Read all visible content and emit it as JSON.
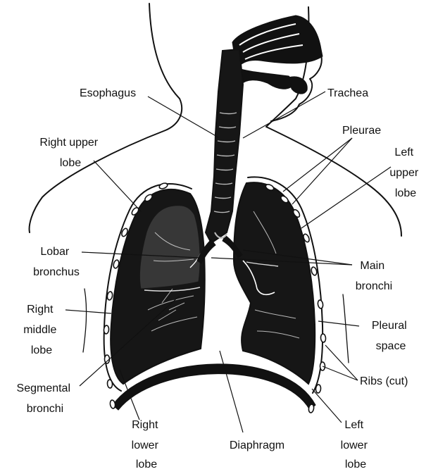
{
  "labels": {
    "esophagus": "Esophagus",
    "trachea": "Trachea",
    "pleurae": "Pleurae",
    "right_upper_lobe": [
      "Right upper",
      "lobe"
    ],
    "left_upper_lobe": [
      "Left",
      "upper",
      "lobe"
    ],
    "lobar_bronchus": [
      "Lobar",
      "bronchus"
    ],
    "main_bronchi": [
      "Main",
      "bronchi"
    ],
    "right_middle_lobe": [
      "Right",
      "middle",
      "lobe"
    ],
    "pleural_space": [
      "Pleural",
      "space"
    ],
    "segmental_bronchi": [
      "Segmental",
      "bronchi"
    ],
    "ribs_cut": "Ribs (cut)",
    "right_lower_lobe": [
      "Right",
      "lower",
      "lobe"
    ],
    "diaphragm": "Diaphragm",
    "left_lower_lobe": [
      "Left",
      "lower",
      "lobe"
    ]
  },
  "colors": {
    "ink": "#111111",
    "background": "#ffffff"
  }
}
